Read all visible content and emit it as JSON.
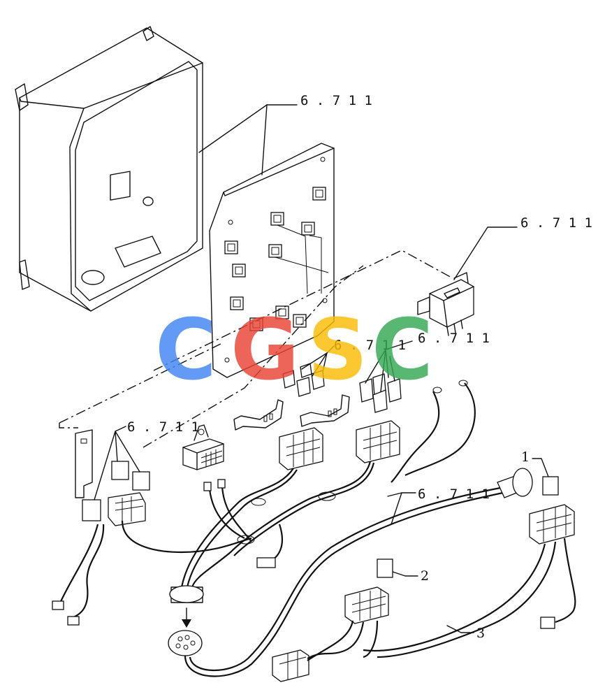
{
  "callouts": {
    "ref_top": "6 . 7 1 1",
    "ref_relay_right": "6 . 7 1 1",
    "ref_center": "6 . 7 1 1",
    "ref_right_relays": "6 . 7 1 1",
    "ref_left": "6 . 7 1 1",
    "ref_harness": "6 . 7 1 1",
    "item_1": "1",
    "item_2": "2",
    "item_3": "3"
  },
  "watermark": {
    "letters": [
      "C",
      "G",
      "S",
      "C"
    ],
    "colors": [
      "#4285F4",
      "#EA4335",
      "#FBBC05",
      "#34A853"
    ]
  }
}
